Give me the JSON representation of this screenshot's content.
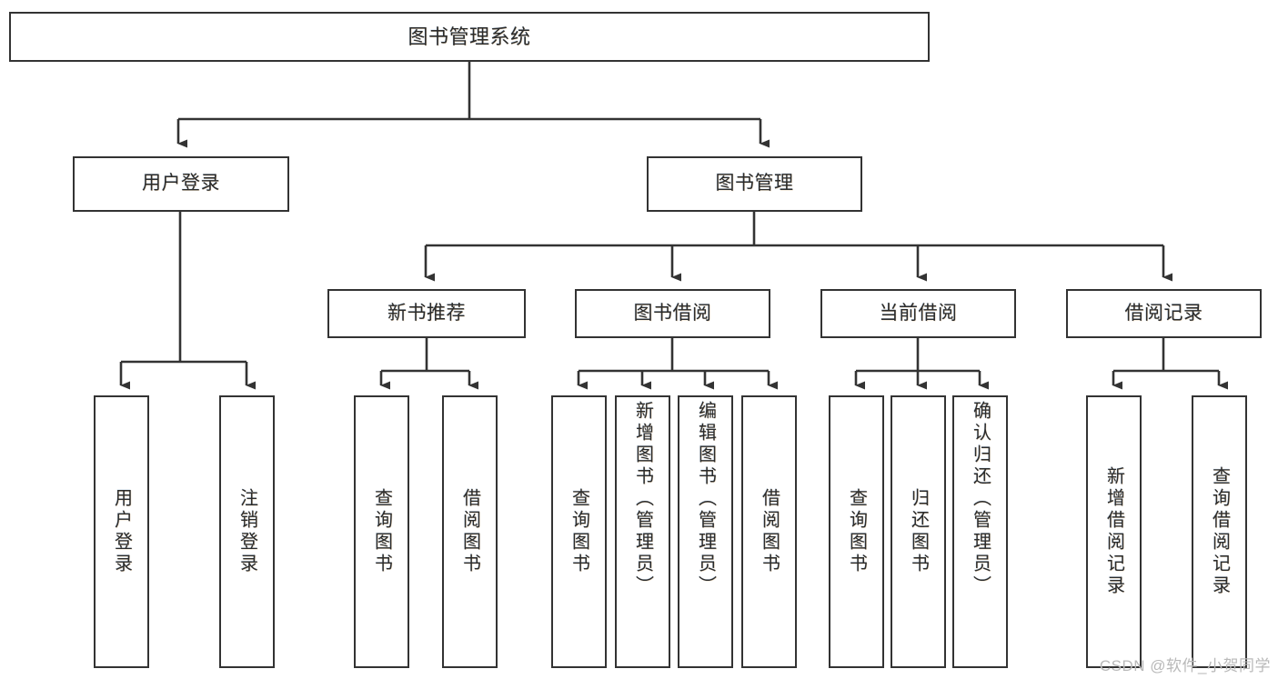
{
  "diagram": {
    "title": "图书管理系统",
    "type": "tree-hierarchy",
    "colors": {
      "background": "#ffffff",
      "box_border": "#333333",
      "box_fill": "#ffffff",
      "text": "#2b2b2b",
      "connector": "#333333",
      "watermark": "#b9b9b9"
    },
    "root": {
      "label": "图书管理系统"
    },
    "level2": [
      {
        "label": "用户登录"
      },
      {
        "label": "图书管理"
      }
    ],
    "level3": [
      {
        "label": "新书推荐"
      },
      {
        "label": "图书借阅"
      },
      {
        "label": "当前借阅"
      },
      {
        "label": "借阅记录"
      }
    ],
    "leaves": {
      "user_login": [
        {
          "label": "用户登录"
        },
        {
          "label": "注销登录"
        }
      ],
      "new_book_recommend": [
        {
          "label": "查询图书"
        },
        {
          "label": "借阅图书"
        }
      ],
      "book_borrow": [
        {
          "label": "查询图书"
        },
        {
          "label": "新增图书（管理员）"
        },
        {
          "label": "编辑图书（管理员）"
        },
        {
          "label": "借阅图书"
        }
      ],
      "current_borrow": [
        {
          "label": "查询图书"
        },
        {
          "label": "归还图书"
        },
        {
          "label": "确认归还（管理员）"
        }
      ],
      "borrow_record": [
        {
          "label": "新增借阅记录"
        },
        {
          "label": "查询借阅记录"
        }
      ]
    }
  },
  "watermark": {
    "text": "CSDN @软件_小贺同学"
  }
}
